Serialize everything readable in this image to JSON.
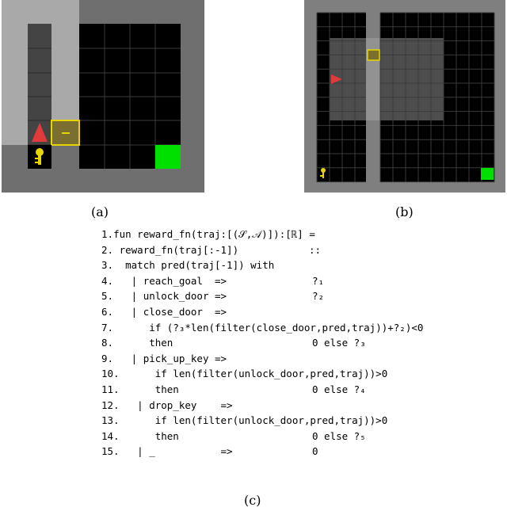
{
  "captions": {
    "a": "(a)",
    "b": "(b)",
    "c": "(c)"
  },
  "colors": {
    "floor": "#000000",
    "wall": "#7f7f7f",
    "light_wall": "#a9a9a9",
    "goal": "#00e000",
    "agent": "#e03a3a",
    "key": "#e8d400",
    "door": "#b39b2a"
  },
  "icons": {
    "agent": "red-triangle",
    "key": "key-icon",
    "door": "door-icon",
    "goal": "green-goal-square"
  },
  "code_lines": [
    {
      "n": "1.",
      "text": "fun reward_fn(traj:[(𝒮,𝒜)]):[ℝ] =",
      "right": ""
    },
    {
      "n": "2.",
      "text": " reward_fn(traj[:-1])",
      "right": "::"
    },
    {
      "n": "3.",
      "text": "  match pred(traj[-1]) with",
      "right": ""
    },
    {
      "n": "4.",
      "text": "   | reach_goal  =>",
      "right": "?₁"
    },
    {
      "n": "5.",
      "text": "   | unlock_door =>",
      "right": "?₂"
    },
    {
      "n": "6.",
      "text": "   | close_door  =>",
      "right": ""
    },
    {
      "n": "7.",
      "text": "      if (?₃*len(filter(close_door,pred,traj))+?₂)<0",
      "right": ""
    },
    {
      "n": "8.",
      "text": "      then",
      "right": "0 else ?₃"
    },
    {
      "n": "9.",
      "text": "   | pick_up_key =>",
      "right": ""
    },
    {
      "n": "10.",
      "text": "      if len(filter(unlock_door,pred,traj))>0",
      "right": ""
    },
    {
      "n": "11.",
      "text": "      then",
      "right": "0 else ?₄"
    },
    {
      "n": "12.",
      "text": "   | drop_key    =>",
      "right": ""
    },
    {
      "n": "13.",
      "text": "      if len(filter(unlock_door,pred,traj))>0",
      "right": ""
    },
    {
      "n": "14.",
      "text": "      then",
      "right": "0 else ?₅"
    },
    {
      "n": "15.",
      "text": "   | _           =>",
      "right": "0"
    }
  ]
}
